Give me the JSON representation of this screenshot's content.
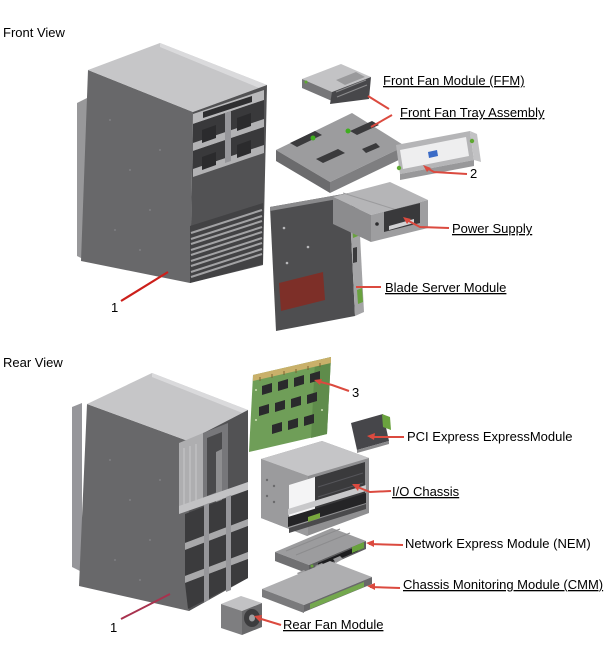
{
  "front_view": {
    "heading": "Front View",
    "parts": [
      {
        "name": "front-fan-module",
        "label": "Front Fan Module (FFM)",
        "underlined": true
      },
      {
        "name": "front-fan-tray",
        "label": "Front Fan Tray Assembly",
        "underlined": true
      },
      {
        "name": "item-2",
        "label": "2",
        "underlined": false
      },
      {
        "name": "power-supply",
        "label": "Power Supply",
        "underlined": true
      },
      {
        "name": "blade-server-module",
        "label": "Blade Server Module",
        "underlined": true
      },
      {
        "name": "item-1",
        "label": "1",
        "underlined": false
      }
    ]
  },
  "rear_view": {
    "heading": "Rear View",
    "parts": [
      {
        "name": "item-3",
        "label": "3",
        "underlined": false
      },
      {
        "name": "pci-express-expressmodule",
        "label": "PCI Express ExpressModule",
        "underlined": false
      },
      {
        "name": "io-chassis",
        "label": "I/O Chassis",
        "underlined": true
      },
      {
        "name": "network-express-module",
        "label": "Network Express Module (NEM)",
        "underlined": false
      },
      {
        "name": "chassis-monitoring-module",
        "label": "Chassis Monitoring Module (CMM)",
        "underlined": true
      },
      {
        "name": "rear-fan-module",
        "label": "Rear Fan Module",
        "underlined": true
      },
      {
        "name": "item-1",
        "label": "1",
        "underlined": false
      }
    ]
  },
  "colors": {
    "leader_line": "#db4a3f",
    "leader_line_bright_red": "#cc1f1a",
    "leader_line_dark_red": "#a8324e",
    "chassis_top": "#c6c6c8",
    "chassis_side": "#68686a",
    "chassis_front": "#525254",
    "shelf_light": "#b2b2b4",
    "pcb_green": "#6f9e58",
    "connector_green": "#5ea832",
    "panel_label_blue": "#3b6bc6",
    "blade_red_patch": "#7d2f28",
    "text": "#000000",
    "background": "#ffffff"
  }
}
